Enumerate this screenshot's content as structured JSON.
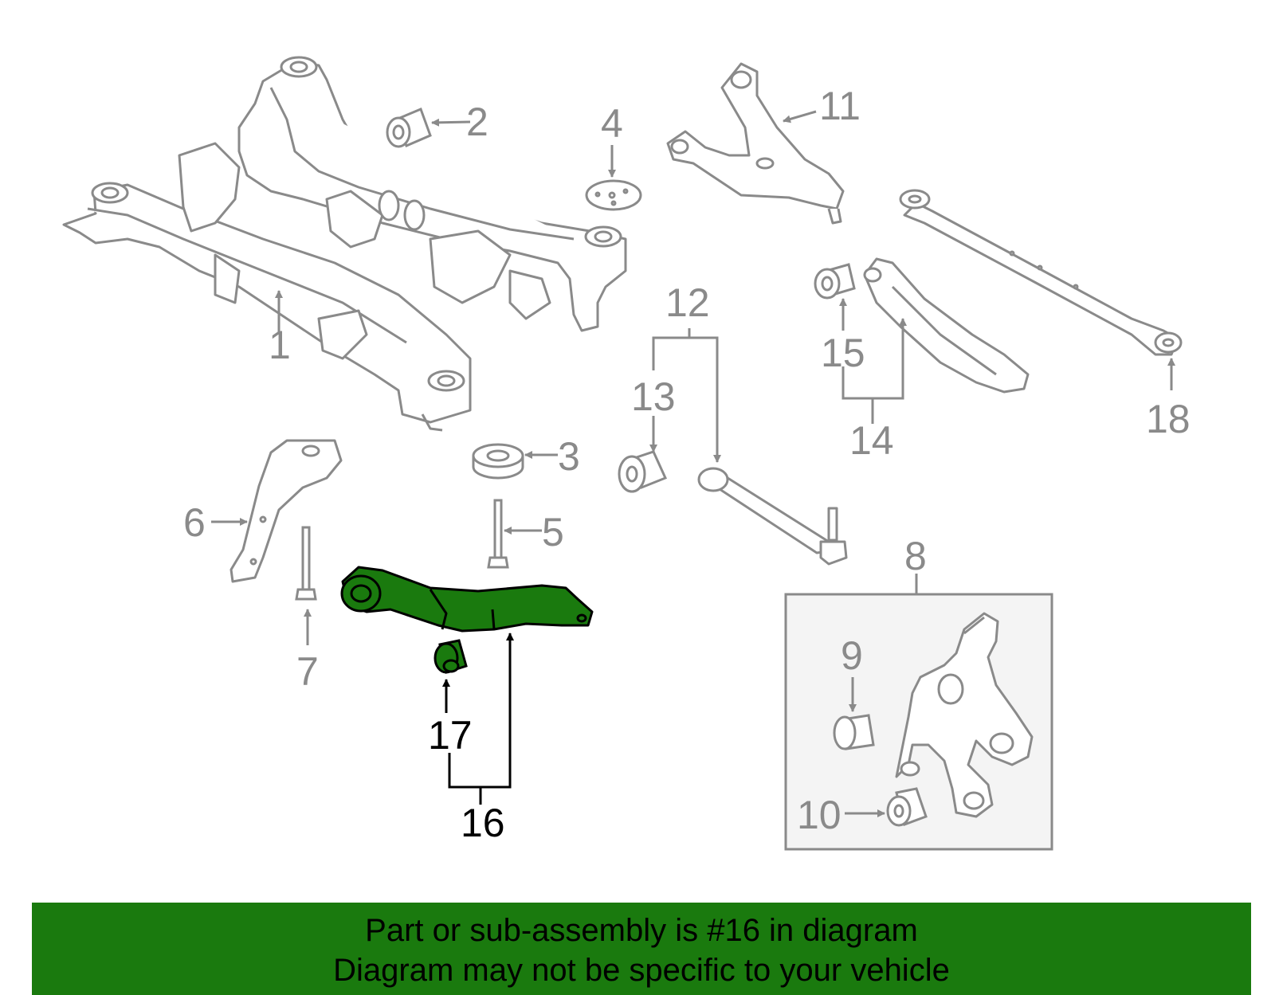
{
  "diagram": {
    "callouts": [
      {
        "num": "1"
      },
      {
        "num": "2"
      },
      {
        "num": "3"
      },
      {
        "num": "4"
      },
      {
        "num": "5"
      },
      {
        "num": "6"
      },
      {
        "num": "7"
      },
      {
        "num": "8"
      },
      {
        "num": "9"
      },
      {
        "num": "10"
      },
      {
        "num": "11"
      },
      {
        "num": "12"
      },
      {
        "num": "13"
      },
      {
        "num": "14"
      },
      {
        "num": "15"
      },
      {
        "num": "16"
      },
      {
        "num": "17"
      },
      {
        "num": "18"
      }
    ],
    "highlighted_part": "16",
    "colors": {
      "line": "#8a8a8a",
      "highlight_fill": "#1a7a0e",
      "highlight_label": "#000000",
      "inset_fill": "#f4f4f4",
      "banner_bg": "#1a7a0e"
    }
  },
  "banner": {
    "line1": "Part or sub-assembly is #16 in diagram",
    "line2": "Diagram may not be specific to your vehicle"
  }
}
